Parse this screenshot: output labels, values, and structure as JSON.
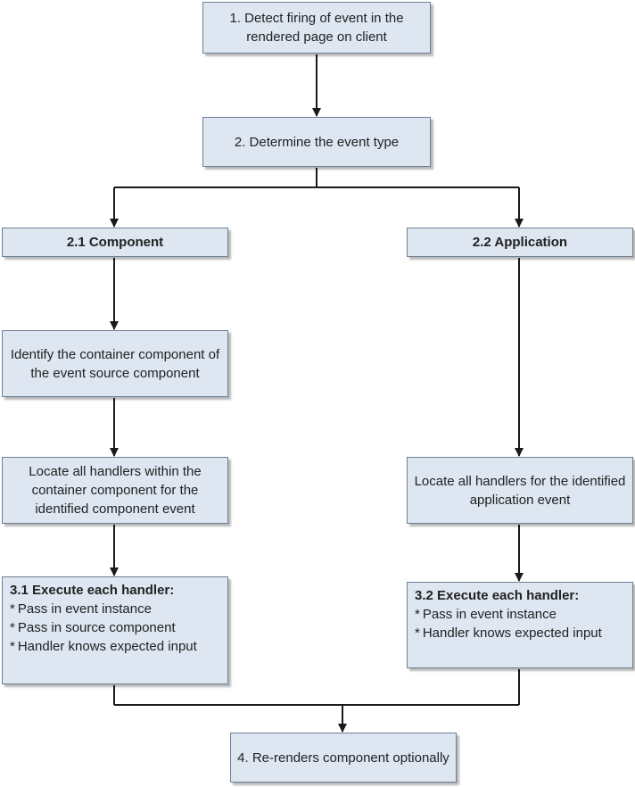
{
  "nodes": {
    "detect": {
      "label": "1. Detect firing of event in the rendered page on client"
    },
    "determine": {
      "label": "2. Determine the event type"
    },
    "component": {
      "label": "2.1 Component"
    },
    "application": {
      "label": "2.2 Application"
    },
    "identify_container": {
      "label": "Identify the container component of the event source component"
    },
    "locate_component_handlers": {
      "label": "Locate all handlers within the container component for the identified component event"
    },
    "locate_application_handlers": {
      "label": "Locate all handlers for the identified application event"
    },
    "execute_component": {
      "heading": "3.1 Execute each handler:",
      "items": [
        "Pass in event instance",
        "Pass in source component",
        "Handler knows expected input"
      ]
    },
    "execute_application": {
      "heading": "3.2 Execute each handler:",
      "items": [
        "Pass in event instance",
        "Handler knows expected input"
      ]
    },
    "rerender": {
      "label": "4. Re-renders component optionally"
    }
  },
  "bullet_symbol": "*",
  "colors": {
    "box_fill": "#dde6f1",
    "box_border": "#6e7f94",
    "connector": "#1a1a1a"
  }
}
